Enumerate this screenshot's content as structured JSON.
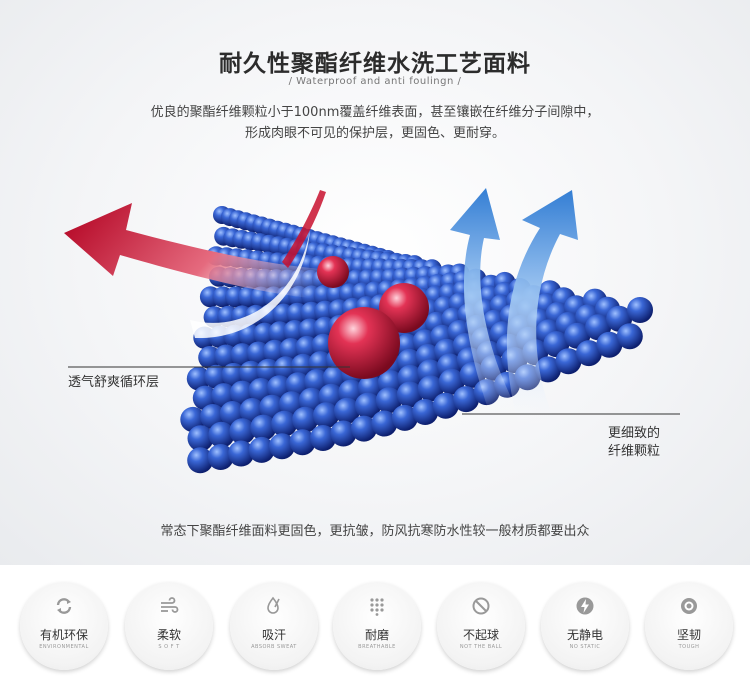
{
  "header": {
    "title": "耐久性聚酯纤维水洗工艺面料",
    "subtitle": "/ Waterproof and anti foulingn /",
    "desc_line1": "优良的聚酯纤维颗粒小于100nm覆盖纤维表面，甚至镶嵌在纤维分子间隙中，",
    "desc_line2": "形成肉眼不可见的保护层，更固色、更耐穿。"
  },
  "illustration": {
    "label_left": "透气舒爽循环层",
    "label_right_line1": "更细致的",
    "label_right_line2": "纤维颗粒",
    "colors": {
      "sphere_blue": "#2a55c8",
      "sphere_red": "#d4213f",
      "arrow_red": "#c8102e",
      "arrow_blue": "#2f7fd6"
    }
  },
  "footer_text": "常态下聚酯纤维面料更固色，更抗皱，防风抗寒防水性较一般材质都要出众",
  "features": [
    {
      "cn": "有机环保",
      "en": "ENVIRONMENTAL",
      "icon": "recycle-icon"
    },
    {
      "cn": "柔软",
      "en": "S O F T",
      "icon": "wind-icon"
    },
    {
      "cn": "吸汗",
      "en": "ABSORB SWEAT",
      "icon": "sweat-drop-icon"
    },
    {
      "cn": "耐磨",
      "en": "BREATHABLE",
      "icon": "dots-grid-icon"
    },
    {
      "cn": "不起球",
      "en": "NOT THE BALL",
      "icon": "no-ball-icon"
    },
    {
      "cn": "无静电",
      "en": "NO STATIC",
      "icon": "lightning-icon"
    },
    {
      "cn": "坚韧",
      "en": "TOUGH",
      "icon": "ring-icon"
    }
  ]
}
